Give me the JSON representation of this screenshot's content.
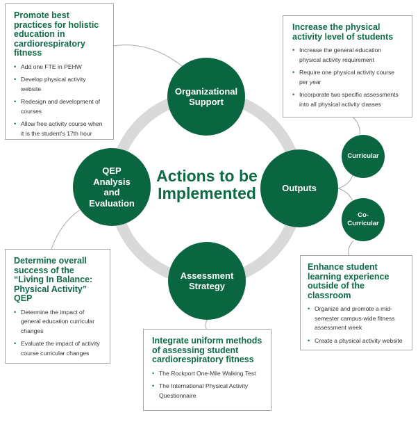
{
  "center": {
    "title_line1": "Actions to be",
    "title_line2": "Implemented"
  },
  "nodes": {
    "organizational_support": {
      "line1": "Organizational",
      "line2": "Support"
    },
    "qep_analysis": {
      "line1": "QEP",
      "line2": "Analysis",
      "line3": "and",
      "line4": "Evaluation"
    },
    "outputs": {
      "label": "Outputs"
    },
    "assessment_strategy": {
      "line1": "Assessment",
      "line2": "Strategy"
    },
    "curricular": {
      "label": "Curricular"
    },
    "co_curricular": {
      "line1": "Co-",
      "line2": "Curricular"
    }
  },
  "boxes": {
    "best_practices": {
      "title": "Promote best practices for holistic education in cardiorespiratory fitness",
      "items": [
        "Add one FTE in PEHW",
        "Develop physical activity website",
        "Redesign and development of courses",
        "Allow free activity course when it is the student’s 17th hour"
      ]
    },
    "increase_activity": {
      "title": "Increase the physical activity level of students",
      "items": [
        "Increase the general education physical activity requirement",
        "Require one physical activity course per year",
        "Incorporate two specific assessments into all physical activity classes"
      ]
    },
    "overall_success": {
      "title": "Determine overall success of the “Living In Balance: Physical Activity” QEP",
      "items": [
        "Determine the impact of general education curricular changes",
        "Evaluate the impact of activity course curricular changes"
      ]
    },
    "enhance_learning": {
      "title": "Enhance student learning experience outside of the classroom",
      "items": [
        "Organize and promote a mid-semester campus-wide fitness assessment week",
        "Create a physical activity website"
      ]
    },
    "uniform_methods": {
      "title": "Integrate uniform methods of assessing student cardiorespiratory fitness",
      "items": [
        "The Rockport One-Mile Walking Test",
        "The International Physical Activity Questionnaire"
      ]
    }
  },
  "colors": {
    "primary_green": "#0a6640",
    "title_green": "#0f6b45",
    "ring_gray": "#d9d9da",
    "connector_gray": "#a6a6a6"
  }
}
